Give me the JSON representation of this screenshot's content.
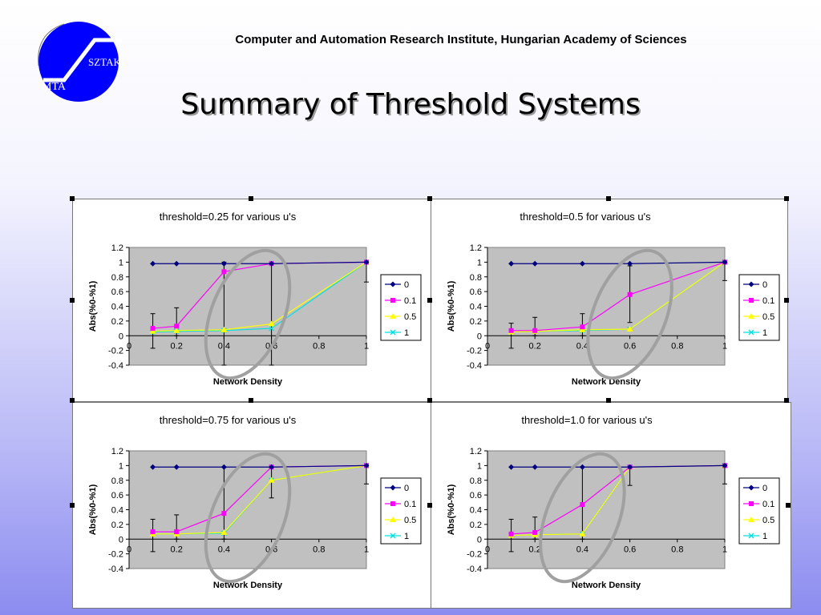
{
  "header": {
    "institute": "Computer and Automation Research Institute, Hungarian Academy of Sciences"
  },
  "logo": {
    "left_text": "MTA",
    "right_text": "SZTAKI",
    "color": "#0000ff"
  },
  "slide": {
    "title": "Summary of Threshold Systems"
  },
  "colors": {
    "s0": "#000080",
    "s01": "#ff00ff",
    "s05": "#ffff00",
    "s1": "#00e0e0",
    "plot_bg": "#c0c0c0",
    "ellipse": "#a0a0a0"
  },
  "chart_data": [
    {
      "type": "line",
      "title": "threshold=0.25 for various u's",
      "xlabel": "Network Density",
      "ylabel": "Abs(%0-%1)",
      "xlim": [
        0,
        1
      ],
      "ylim": [
        -0.4,
        1.2
      ],
      "xticks": [
        "0",
        "0.2",
        "0.4",
        "0.6",
        "0.8",
        "1"
      ],
      "yticks": [
        "-0.4",
        "-0.2",
        "0",
        "0.2",
        "0.4",
        "0.6",
        "0.8",
        "1",
        "1.2"
      ],
      "legend_position": "right",
      "series": [
        {
          "name": "0",
          "x": [
            0.1,
            0.2,
            0.4,
            0.6,
            1.0
          ],
          "y": [
            0.98,
            0.98,
            0.98,
            0.98,
            1.0
          ]
        },
        {
          "name": "0.1",
          "x": [
            0.1,
            0.2,
            0.4,
            0.6,
            1.0
          ],
          "y": [
            0.1,
            0.13,
            0.87,
            0.98,
            1.0
          ]
        },
        {
          "name": "0.5",
          "x": [
            0.1,
            0.2,
            0.4,
            0.6,
            1.0
          ],
          "y": [
            0.06,
            0.07,
            0.08,
            0.16,
            1.0
          ]
        },
        {
          "name": "1",
          "x": [
            0.1,
            0.2,
            0.4,
            0.6,
            1.0
          ],
          "y": [
            0.05,
            0.06,
            0.07,
            0.1,
            1.0
          ]
        }
      ],
      "error_bars": [
        {
          "x": 0.1,
          "low": -0.17,
          "high": 0.3
        },
        {
          "x": 0.2,
          "low": 0.0,
          "high": 0.38
        },
        {
          "x": 0.4,
          "low": -0.4,
          "high": 1.0
        },
        {
          "x": 0.6,
          "low": -0.4,
          "high": 1.0
        },
        {
          "x": 1.0,
          "low": 0.73,
          "high": 1.0
        }
      ],
      "highlight_x": 0.5
    },
    {
      "type": "line",
      "title": "threshold=0.5 for various u's",
      "xlabel": "Network Density",
      "ylabel": "Abs(%0-%1)",
      "xlim": [
        0,
        1
      ],
      "ylim": [
        -0.4,
        1.2
      ],
      "xticks": [
        "0",
        "0.2",
        "0.4",
        "0.6",
        "0.8",
        "1"
      ],
      "yticks": [
        "-0.4",
        "-0.2",
        "0",
        "0.2",
        "0.4",
        "0.6",
        "0.8",
        "1",
        "1.2"
      ],
      "legend_position": "right",
      "series": [
        {
          "name": "0",
          "x": [
            0.1,
            0.2,
            0.4,
            0.6,
            1.0
          ],
          "y": [
            0.98,
            0.98,
            0.98,
            0.98,
            1.0
          ]
        },
        {
          "name": "0.1",
          "x": [
            0.1,
            0.2,
            0.4,
            0.6,
            1.0
          ],
          "y": [
            0.07,
            0.07,
            0.12,
            0.56,
            1.0
          ]
        },
        {
          "name": "0.5",
          "x": [
            0.1,
            0.2,
            0.4,
            0.6,
            1.0
          ],
          "y": [
            0.05,
            0.06,
            0.08,
            0.09,
            1.0
          ]
        },
        {
          "name": "1",
          "x": [
            0.1,
            0.2,
            0.4,
            0.6,
            1.0
          ],
          "y": [
            0.05,
            0.06,
            0.07,
            0.09,
            1.0
          ]
        }
      ],
      "error_bars": [
        {
          "x": 0.1,
          "low": -0.17,
          "high": 0.17
        },
        {
          "x": 0.2,
          "low": 0.0,
          "high": 0.25
        },
        {
          "x": 0.4,
          "low": 0.0,
          "high": 0.3
        },
        {
          "x": 0.6,
          "low": 0.18,
          "high": 0.95
        },
        {
          "x": 1.0,
          "low": 0.75,
          "high": 1.0
        }
      ],
      "highlight_x": 0.6
    },
    {
      "type": "line",
      "title": "threshold=0.75 for various u's",
      "xlabel": "Network Density",
      "ylabel": "Abs(%0-%1)",
      "xlim": [
        0,
        1
      ],
      "ylim": [
        -0.4,
        1.2
      ],
      "xticks": [
        "0",
        "0.2",
        "0.4",
        "0.6",
        "0.8",
        "1"
      ],
      "yticks": [
        "-0.4",
        "-0.2",
        "0",
        "0.2",
        "0.4",
        "0.6",
        "0.8",
        "1",
        "1.2"
      ],
      "legend_position": "right",
      "series": [
        {
          "name": "0",
          "x": [
            0.1,
            0.2,
            0.4,
            0.6,
            1.0
          ],
          "y": [
            0.98,
            0.98,
            0.98,
            0.98,
            1.0
          ]
        },
        {
          "name": "0.1",
          "x": [
            0.1,
            0.2,
            0.4,
            0.6,
            1.0
          ],
          "y": [
            0.1,
            0.1,
            0.35,
            0.98,
            1.0
          ]
        },
        {
          "name": "0.5",
          "x": [
            0.1,
            0.2,
            0.4,
            0.6,
            1.0
          ],
          "y": [
            0.07,
            0.07,
            0.09,
            0.8,
            1.0
          ]
        },
        {
          "name": "1",
          "x": [
            0.1,
            0.2,
            0.4,
            0.6,
            1.0
          ],
          "y": [
            0.07,
            0.07,
            0.08,
            0.8,
            1.0
          ]
        }
      ],
      "error_bars": [
        {
          "x": 0.1,
          "low": -0.17,
          "high": 0.27
        },
        {
          "x": 0.2,
          "low": 0.0,
          "high": 0.33
        },
        {
          "x": 0.4,
          "low": 0.0,
          "high": 0.98
        },
        {
          "x": 0.6,
          "low": 0.56,
          "high": 0.98
        },
        {
          "x": 1.0,
          "low": 0.75,
          "high": 1.0
        }
      ],
      "highlight_x": 0.5
    },
    {
      "type": "line",
      "title": "threshold=1.0 for various u's",
      "xlabel": "Network Density",
      "ylabel": "Abs(%0-%1)",
      "xlim": [
        0,
        1
      ],
      "ylim": [
        -0.4,
        1.2
      ],
      "xticks": [
        "0",
        "0.2",
        "0.4",
        "0.6",
        "0.8",
        "1"
      ],
      "yticks": [
        "-0.4",
        "-0.2",
        "0",
        "0.2",
        "0.4",
        "0.6",
        "0.8",
        "1",
        "1.2"
      ],
      "legend_position": "right",
      "series": [
        {
          "name": "0",
          "x": [
            0.1,
            0.2,
            0.4,
            0.6,
            1.0
          ],
          "y": [
            0.98,
            0.98,
            0.98,
            0.98,
            1.0
          ]
        },
        {
          "name": "0.1",
          "x": [
            0.1,
            0.2,
            0.4,
            0.6,
            1.0
          ],
          "y": [
            0.07,
            0.09,
            0.47,
            0.98,
            1.0
          ]
        },
        {
          "name": "0.5",
          "x": [
            0.1,
            0.2,
            0.4,
            0.6,
            1.0
          ],
          "y": [
            0.05,
            0.06,
            0.07,
            0.98,
            1.0
          ]
        },
        {
          "name": "1",
          "x": [
            0.1,
            0.2,
            0.4,
            0.6,
            1.0
          ],
          "y": [
            0.05,
            0.06,
            0.07,
            0.98,
            1.0
          ]
        }
      ],
      "error_bars": [
        {
          "x": 0.1,
          "low": -0.17,
          "high": 0.27
        },
        {
          "x": 0.2,
          "low": 0.0,
          "high": 0.3
        },
        {
          "x": 0.4,
          "low": 0.0,
          "high": 0.98
        },
        {
          "x": 0.6,
          "low": 0.73,
          "high": 0.98
        },
        {
          "x": 1.0,
          "low": 0.75,
          "high": 1.0
        }
      ],
      "highlight_x": 0.4
    }
  ]
}
